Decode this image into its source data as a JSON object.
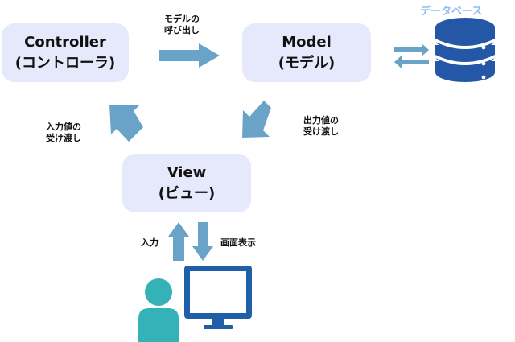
{
  "boxes": {
    "controller": {
      "line1": "Controller",
      "line2": "(コントローラ)"
    },
    "model": {
      "line1": "Model",
      "line2": "(モデル)"
    },
    "view": {
      "line1": "View",
      "line2": "(ビュー)"
    }
  },
  "labels": {
    "call_model": [
      "モデルの",
      "呼び出し"
    ],
    "pass_input": [
      "入力値の",
      "受け渡し"
    ],
    "pass_output": [
      "出力値の",
      "受け渡し"
    ],
    "input": "入力",
    "screen_display": "画面表示",
    "database": "データベース"
  },
  "colors": {
    "box_fill": "#e6e8fb",
    "arrow": "#6aa3c8",
    "database": "#2457a6",
    "monitor": "#1f5ea8",
    "person": "#35b2b8"
  }
}
